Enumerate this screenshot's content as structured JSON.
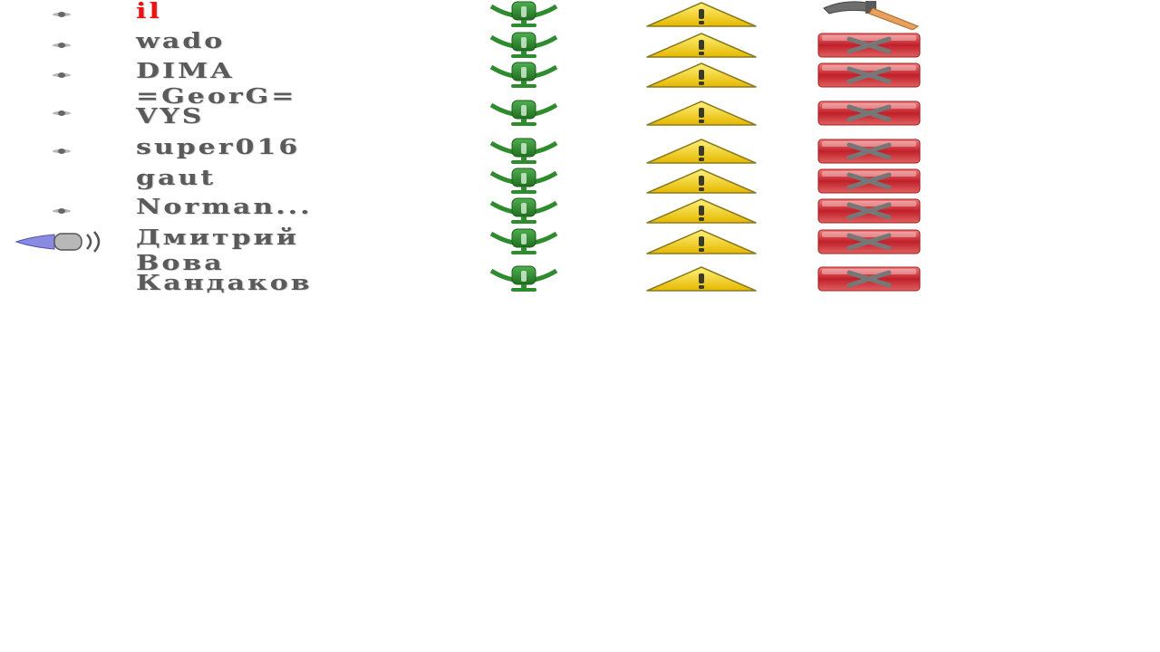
{
  "users": [
    {
      "name": "il",
      "status_icon": "dot-icon",
      "role": "admin",
      "action_icon": "hammer-icon"
    },
    {
      "name": "wado",
      "status_icon": "dot-icon",
      "role": "user",
      "action_icon": "ban-icon"
    },
    {
      "name": "DIMA",
      "status_icon": "dot-icon",
      "role": "user",
      "action_icon": "ban-icon"
    },
    {
      "name": "=GeorG=\nVYS",
      "status_icon": "dot-icon",
      "role": "user",
      "action_icon": "ban-icon"
    },
    {
      "name": "super016",
      "status_icon": "dot-icon",
      "role": "user",
      "action_icon": "ban-icon"
    },
    {
      "name": "gaut",
      "status_icon": "none",
      "role": "user",
      "action_icon": "ban-icon"
    },
    {
      "name": "Norman...",
      "status_icon": "dot-icon",
      "role": "user",
      "action_icon": "ban-icon"
    },
    {
      "name": "Дмитрий",
      "status_icon": "speaker-icon",
      "role": "user",
      "action_icon": "ban-icon"
    },
    {
      "name": "Вова\nКандаков",
      "status_icon": "none",
      "role": "user",
      "action_icon": "ban-icon"
    }
  ],
  "icons": {
    "mic": "microphone-icon",
    "warn": "warning-icon"
  },
  "colors": {
    "admin_name": "#ee1111",
    "user_name": "#5a5a5a",
    "mic_green": "#2e8b2e",
    "warning_yellow": "#f2d21b",
    "ban_red": "#c0202a",
    "speaker_blue": "#7a7ad8"
  }
}
